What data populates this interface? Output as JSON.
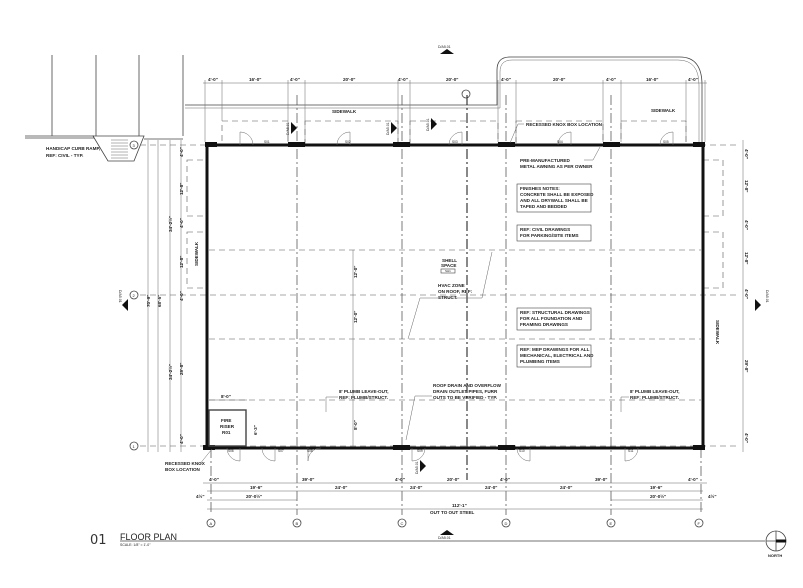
{
  "drawing": {
    "number": "01",
    "title": "FLOOR PLAN",
    "scale": "SCALE: 1/8\" = 1'-0\"",
    "north_label": "NORTH"
  },
  "grid": {
    "columns": [
      "A",
      "B",
      "C",
      "D",
      "E",
      "F"
    ],
    "rows": [
      "3",
      "2",
      "1"
    ]
  },
  "section_markers": [
    "D/A5.01",
    "D/A5.01",
    "D/A5.01",
    "D/A5.01",
    "D/A5.01",
    "D/A5.01",
    "D/A5.01",
    "D/A5.01"
  ],
  "dimensions": {
    "top": [
      "4'-0\"",
      "16'-0\"",
      "4'-0\"",
      "20'-0\"",
      "4'-0\"",
      "20'-0\"",
      "4'-0\"",
      "20'-0\"",
      "4'-0\"",
      "16'-0\"",
      "4'-0\""
    ],
    "bottom_row1": [
      "4'-0\"",
      "39'-0\"",
      "4'-0\"",
      "20'-0\"",
      "4'-0\"",
      "39'-0\"",
      "4'-0\""
    ],
    "bottom_row2": [
      "19'-6\"",
      "24'-0\"",
      "24'-0\"",
      "24'-0\"",
      "24'-0\"",
      "19'-6\""
    ],
    "bottom_row3": [
      "20'-0½\"",
      "20'-0½\""
    ],
    "bottom_offsets": [
      "4½\"",
      "4½\""
    ],
    "overall": "112'-1\"",
    "overall_note": "OUT TO OUT STEEL",
    "left": [
      "4'-0\"",
      "12'-8\"",
      "4'-0\"",
      "12'-8\"",
      "4'-0\"",
      "29'-8\"",
      "4'-0\""
    ],
    "left_half": [
      "34'-2½\"",
      "34'-2½\""
    ],
    "left_total": [
      "70'-9\"",
      "68'-5\""
    ],
    "right": [
      "4'-0\"",
      "12'-8\"",
      "4'-0\"",
      "12'-8\"",
      "4'-0\"",
      "29'-8\"",
      "4'-0\""
    ],
    "interior": [
      "12'-0\"",
      "12'-0\"",
      "8'-0\"",
      "8'-0\"",
      "6'-3\""
    ],
    "fire_riser_width": "8'-0\""
  },
  "labels": {
    "sidewalk": "SIDEWALK",
    "handicap": [
      "HANDICAP CURB RAMP,",
      "REF: CIVIL - TYP."
    ],
    "knox_top": "RECESSED KNOX BOX LOCATION",
    "knox_bottom": [
      "RECESSED KNOX",
      "BOX LOCATION"
    ],
    "awning": [
      "PRE-MANUFACTURED",
      "METAL AWNING AS PER OWNER"
    ],
    "finishes": [
      "FINISHES NOTES:",
      "CONCRETE SHALL BE EXPOSED",
      "AND ALL DRYWALL SHALL BE",
      "TAPED AND BEDDED"
    ],
    "civil": [
      "REF: CIVIL DRAWINGS",
      "FOR PARKING/SITE ITEMS"
    ],
    "structural": [
      "REF: STRUCTURAL DRAWINGS",
      "FOR ALL FOUNDATION AND",
      "FRAMING DRAWINGS"
    ],
    "mep": [
      "REF: MEP DRAWINGS FOR ALL",
      "MECHANICAL, ELECTRICAL AND",
      "PLUMBING ITEMS"
    ],
    "shell": [
      "SHELL",
      "SPACE",
      "SH1"
    ],
    "hvac": [
      "HVAC ZONE",
      "ON ROOF, REF:",
      "STRUCT."
    ],
    "roof_drain": [
      "ROOF DRAIN AND OVERFLOW",
      "DRAIN OUTLET PIPES, FURR",
      "OUTS TO BE VERIFIED - TYP."
    ],
    "plumb": [
      "8' PLUMB LEAVE-OUT,",
      "REF: PLUMB/STRUCT."
    ],
    "fire_riser": [
      "FIRE",
      "RISER",
      "R01"
    ]
  },
  "door_tags": [
    "S01",
    "S02",
    "S03",
    "S04",
    "S05",
    "S06",
    "S07",
    "S08",
    "S09",
    "S10",
    "S11"
  ]
}
